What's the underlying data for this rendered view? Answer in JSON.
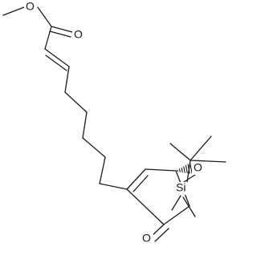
{
  "structure": {
    "atoms": {
      "ester_methoxy_o": "O",
      "ester_carbonyl_o": "O",
      "silyl_ether_o": "O",
      "silicon": "Si",
      "ketone_o": "O"
    }
  },
  "colors": {
    "bond": "#1a1a1a",
    "text": "#1a1a1a",
    "background": "#ffffff"
  }
}
